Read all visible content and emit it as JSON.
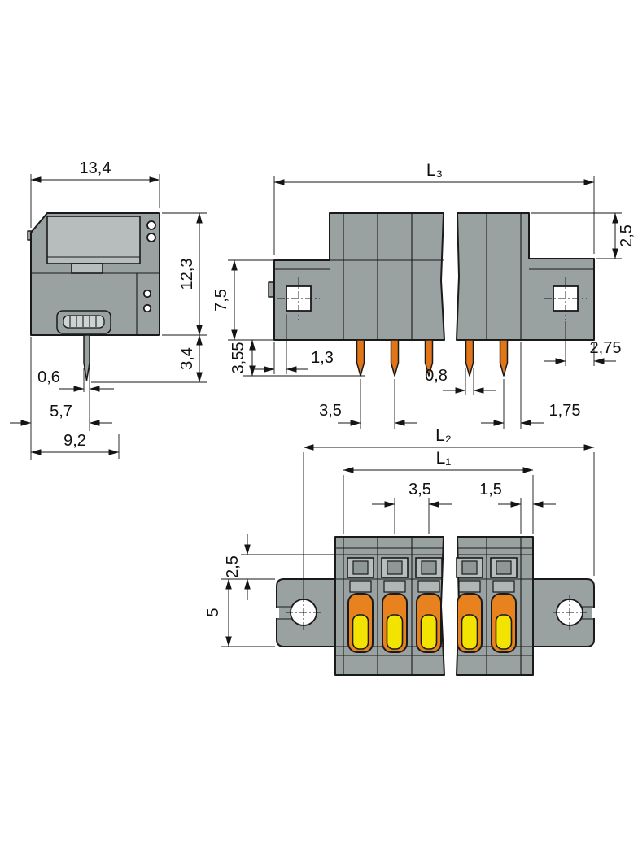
{
  "views": {
    "side": {
      "dims": {
        "total_width": "13,4",
        "height": "12,3",
        "pin_length": "3,4",
        "pin_width": "0,6",
        "pin_offset": "5,7",
        "depth": "9,2"
      }
    },
    "front": {
      "dims": {
        "length_l3": "L₃",
        "flange_height": "7,5",
        "pin_protrusion": "3,55",
        "step_height": "2,5",
        "edge_to_hole": "1,3",
        "pin_width": "0,8",
        "hole_to_edge": "2,75",
        "pitch": "3,5",
        "end_pitch": "1,75"
      }
    },
    "top": {
      "dims": {
        "length_l2": "L₂",
        "length_l1": "L₁",
        "pitch": "3,5",
        "end_gap": "1,5",
        "rim_depth": "2,5",
        "flange_width": "5"
      }
    }
  },
  "colors": {
    "body_gray": "#9aa1a1",
    "panel_gray": "#b7bdbd",
    "clamp_orange": "#e8821e",
    "lever_yellow": "#f2e300",
    "line_black": "#1a1a1a"
  }
}
